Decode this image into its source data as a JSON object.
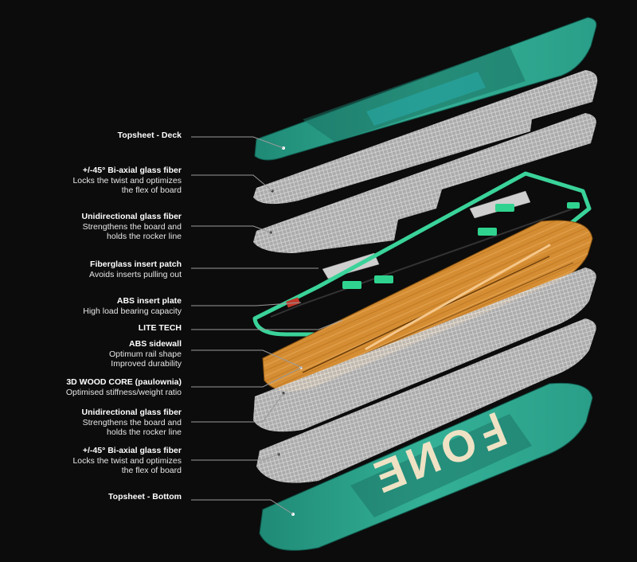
{
  "colors": {
    "background": "#0c0c0c",
    "topsheet": "#2fa38c",
    "topsheet_dark": "#1d7d6c",
    "fiber": "#cfcfcf",
    "wood": "#d08a32",
    "sidewall": "#3ad39a",
    "leader": "#9a9a9a"
  },
  "layers": [
    {
      "title": "Topsheet - Deck",
      "lines": []
    },
    {
      "title": "+/-45° Bi-axial glass fiber",
      "lines": [
        "Locks the twist and optimizes",
        "the flex of board"
      ]
    },
    {
      "title": "Unidirectional glass fiber",
      "lines": [
        "Strengthens the board and",
        "holds the rocker line"
      ]
    },
    {
      "title": "Fiberglass insert patch",
      "lines": [
        "Avoids inserts pulling out"
      ]
    },
    {
      "title": "ABS insert plate",
      "lines": [
        "High load bearing capacity"
      ]
    },
    {
      "title": "LITE TECH",
      "lines": []
    },
    {
      "title": "ABS sidewall",
      "lines": [
        "Optimum rail shape",
        "Improved durability"
      ]
    },
    {
      "title": "3D WOOD CORE (paulownia)",
      "lines": [
        "Optimised stiffness/weight ratio"
      ]
    },
    {
      "title": "Unidirectional glass fiber",
      "lines": [
        "Strengthens the board and",
        "holds the rocker line"
      ]
    },
    {
      "title": "+/-45° Bi-axial glass fiber",
      "lines": [
        "Locks the twist and optimizes",
        "the flex of board"
      ]
    },
    {
      "title": "Topsheet - Bottom",
      "lines": []
    }
  ]
}
